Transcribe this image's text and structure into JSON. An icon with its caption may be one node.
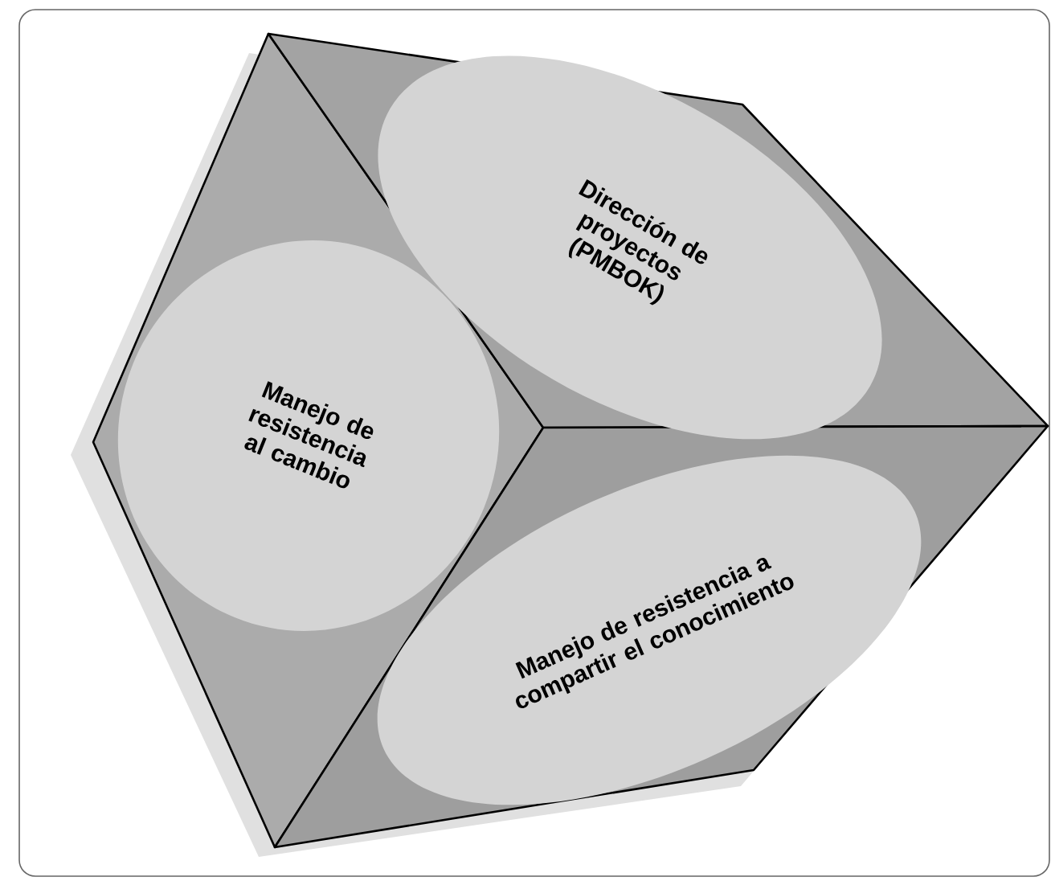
{
  "diagram": {
    "nodes": [
      {
        "text": [
          "Dirección de proyectos (PMBOK)"
        ]
      },
      {
        "text": [
          "Manejo de resistencia al cambio"
        ]
      },
      {
        "text": [
          "Manejo de resistencia a compartir el conocimiento"
        ]
      }
    ]
  }
}
